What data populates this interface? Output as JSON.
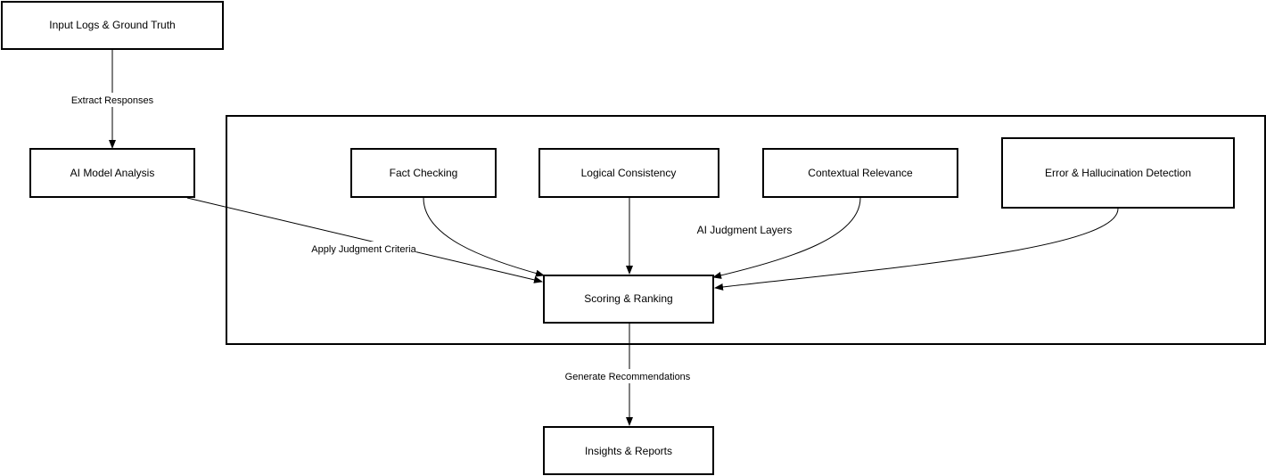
{
  "diagram": {
    "nodes": {
      "input_logs": "Input Logs & Ground Truth",
      "ai_model_analysis": "AI Model Analysis",
      "fact_checking": "Fact Checking",
      "logical_consistency": "Logical Consistency",
      "contextual_relevance": "Contextual Relevance",
      "error_hallucination": "Error & Hallucination Detection",
      "scoring_ranking": "Scoring & Ranking",
      "insights_reports": "Insights & Reports"
    },
    "group_label": "AI Judgment Layers",
    "edges": {
      "extract_responses": "Extract Responses",
      "apply_judgment_criteria": "Apply Judgment Criteria",
      "generate_recommendations": "Generate Recommendations"
    }
  }
}
